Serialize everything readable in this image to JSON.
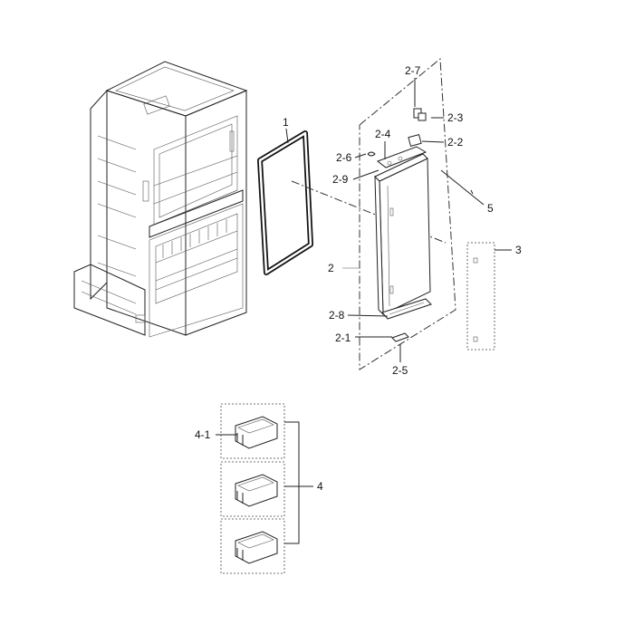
{
  "callouts": {
    "c1": "1",
    "c2": "2",
    "c2_1": "2-1",
    "c2_2": "2-2",
    "c2_3": "2-3",
    "c2_4": "2-4",
    "c2_5": "2-5",
    "c2_6": "2-6",
    "c2_7": "2-7",
    "c2_8": "2-8",
    "c2_9": "2-9",
    "c3": "3",
    "c4": "4",
    "c4_1": "4-1",
    "c5": "5"
  }
}
